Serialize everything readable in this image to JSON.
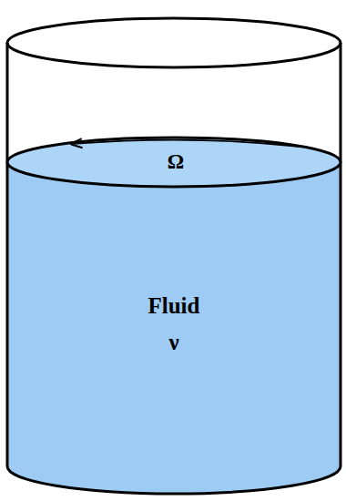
{
  "diagram": {
    "nodes": [
      {
        "text": [
          "Fluid",
          "ν"
        ]
      }
    ],
    "labels": [
      "Ω"
    ]
  }
}
